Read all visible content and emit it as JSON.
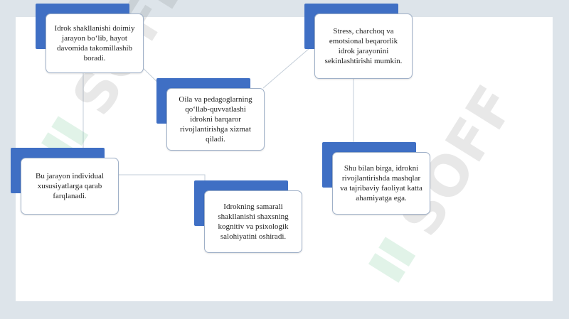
{
  "diagram": {
    "nodes": [
      {
        "id": "n1",
        "text": "Idrok shakllanishi doimiy jarayon bo‘lib, hayot davomida takomillashib boradi."
      },
      {
        "id": "n2",
        "text": "Stress, charchoq va emotsional beqarorlik idrok jarayonini sekinlashtirishi mumkin."
      },
      {
        "id": "n3",
        "text": "Oila va pedagoglarning qo‘llab-quvvatlashi idrokni barqaror rivojlantirishga xizmat qiladi."
      },
      {
        "id": "n4",
        "text": "Bu jarayon individual xususiyatlarga qarab farqlanadi."
      },
      {
        "id": "n5",
        "text": "Idrokning samarali shakllanishi shaxsning kognitiv va psixologik salohiyatini oshiradi."
      },
      {
        "id": "n6",
        "text": "Shu bilan birga, idrokni rivojlantirishda mashqlar va tajribaviy faoliyat katta ahamiyatga ega."
      }
    ],
    "colors": {
      "accent": "#3f6fc4",
      "card_border": "#9fb0c8",
      "connector": "#c3cdd8",
      "background": "#dde4ea"
    }
  },
  "watermark": {
    "text": "SOFF",
    "logo": "uzsoff-logo-mark"
  }
}
